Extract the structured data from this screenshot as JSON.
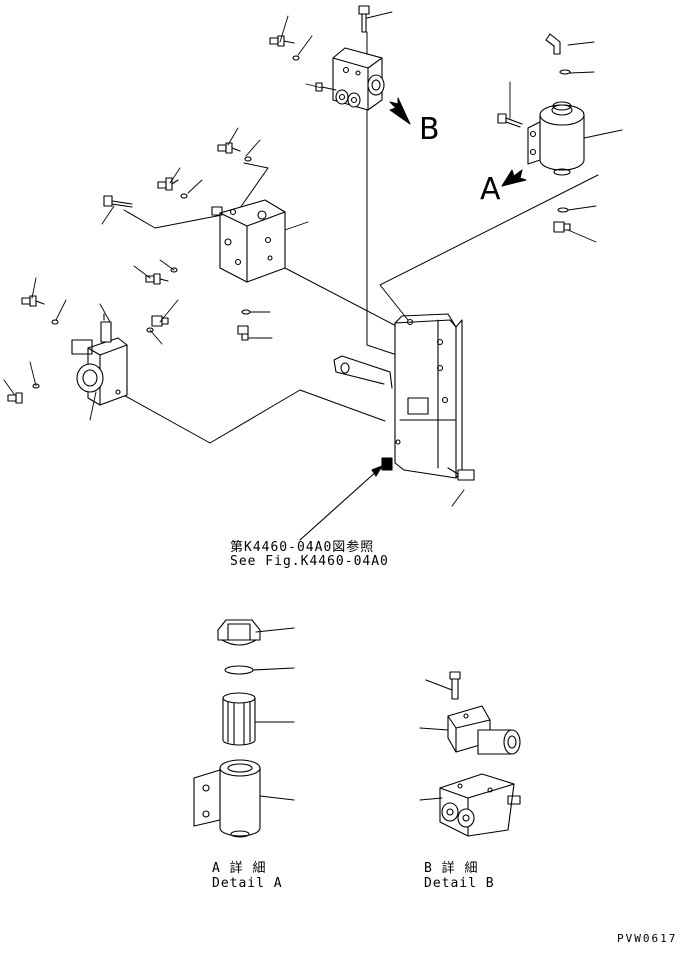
{
  "view_labels": {
    "a": "A",
    "b": "B"
  },
  "reference": {
    "ja": "第K4460-04A0図参照",
    "en": "See Fig.K4460-04A0"
  },
  "details": {
    "a": {
      "ja": "A 詳 細",
      "en": "Detail A"
    },
    "b": {
      "ja": "B 詳 細",
      "en": "Detail B"
    }
  },
  "drawing_code": "PVW0617"
}
